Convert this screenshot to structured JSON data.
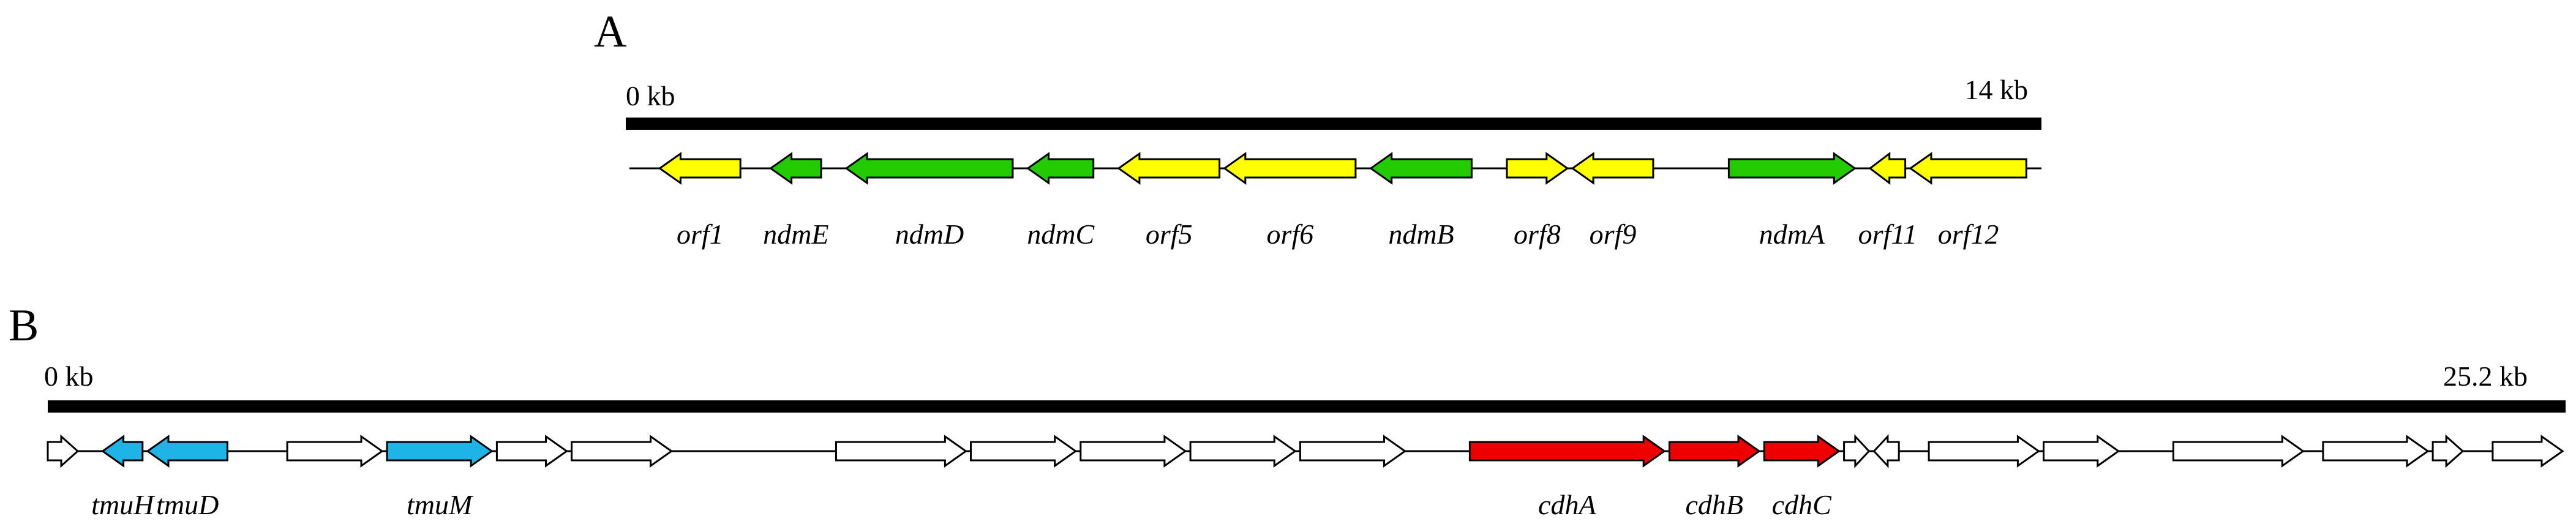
{
  "panels": [
    {
      "id": "A",
      "label": "A",
      "scale": {
        "start_label": "0 kb",
        "end_label": "14 kb",
        "length_kb": 14
      },
      "genes": [
        {
          "name": "orf1",
          "start": 0.3,
          "end": 1.1,
          "strand": "-",
          "category": "yellow"
        },
        {
          "name": "ndmE",
          "start": 1.4,
          "end": 1.9,
          "strand": "-",
          "category": "green"
        },
        {
          "name": "ndmD",
          "start": 2.15,
          "end": 3.8,
          "strand": "-",
          "category": "green"
        },
        {
          "name": "ndmC",
          "start": 3.95,
          "end": 4.6,
          "strand": "-",
          "category": "green"
        },
        {
          "name": "orf5",
          "start": 4.85,
          "end": 5.85,
          "strand": "-",
          "category": "yellow"
        },
        {
          "name": "orf6",
          "start": 5.9,
          "end": 7.2,
          "strand": "-",
          "category": "yellow"
        },
        {
          "name": "ndmB",
          "start": 7.35,
          "end": 8.35,
          "strand": "-",
          "category": "green"
        },
        {
          "name": "orf8",
          "start": 8.7,
          "end": 9.3,
          "strand": "+",
          "category": "yellow"
        },
        {
          "name": "orf9",
          "start": 9.35,
          "end": 10.15,
          "strand": "-",
          "category": "yellow"
        },
        {
          "name": "ndmA",
          "start": 10.9,
          "end": 12.15,
          "strand": "+",
          "category": "green"
        },
        {
          "name": "orf11",
          "start": 12.3,
          "end": 12.65,
          "strand": "-",
          "category": "yellow"
        },
        {
          "name": "orf12",
          "start": 12.7,
          "end": 13.85,
          "strand": "-",
          "category": "yellow"
        }
      ]
    },
    {
      "id": "B",
      "label": "B",
      "scale": {
        "start_label": "0 kb",
        "end_label": "25.2 kb",
        "length_kb": 25.2
      },
      "genes": [
        {
          "name": "",
          "start": 0.0,
          "end": 0.3,
          "strand": "+",
          "category": "white"
        },
        {
          "name": "tmuH",
          "start": 0.55,
          "end": 0.95,
          "strand": "-",
          "category": "blue"
        },
        {
          "name": "tmuD",
          "start": 1.0,
          "end": 1.8,
          "strand": "-",
          "category": "blue"
        },
        {
          "name": "",
          "start": 2.4,
          "end": 3.35,
          "strand": "+",
          "category": "white"
        },
        {
          "name": "tmuM",
          "start": 3.4,
          "end": 4.45,
          "strand": "+",
          "category": "blue"
        },
        {
          "name": "",
          "start": 4.5,
          "end": 5.2,
          "strand": "+",
          "category": "white"
        },
        {
          "name": "",
          "start": 5.25,
          "end": 6.25,
          "strand": "+",
          "category": "white"
        },
        {
          "name": "",
          "start": 7.9,
          "end": 9.2,
          "strand": "+",
          "category": "white"
        },
        {
          "name": "",
          "start": 9.25,
          "end": 10.3,
          "strand": "+",
          "category": "white"
        },
        {
          "name": "",
          "start": 10.35,
          "end": 11.4,
          "strand": "+",
          "category": "white"
        },
        {
          "name": "",
          "start": 11.45,
          "end": 12.5,
          "strand": "+",
          "category": "white"
        },
        {
          "name": "",
          "start": 12.55,
          "end": 13.6,
          "strand": "+",
          "category": "white"
        },
        {
          "name": "cdhA",
          "start": 14.25,
          "end": 16.2,
          "strand": "+",
          "category": "red"
        },
        {
          "name": "cdhB",
          "start": 16.25,
          "end": 17.15,
          "strand": "+",
          "category": "red"
        },
        {
          "name": "cdhC",
          "start": 17.2,
          "end": 17.95,
          "strand": "+",
          "category": "red"
        },
        {
          "name": "",
          "start": 18.0,
          "end": 18.25,
          "strand": "+",
          "category": "white"
        },
        {
          "name": "",
          "start": 18.3,
          "end": 18.55,
          "strand": "-",
          "category": "white"
        },
        {
          "name": "",
          "start": 18.85,
          "end": 19.95,
          "strand": "+",
          "category": "white"
        },
        {
          "name": "",
          "start": 20.0,
          "end": 20.75,
          "strand": "+",
          "category": "white"
        },
        {
          "name": "",
          "start": 21.3,
          "end": 22.6,
          "strand": "+",
          "category": "white"
        },
        {
          "name": "",
          "start": 22.8,
          "end": 23.85,
          "strand": "+",
          "category": "white"
        },
        {
          "name": "",
          "start": 23.9,
          "end": 24.2,
          "strand": "+",
          "category": "white"
        },
        {
          "name": "",
          "start": 24.5,
          "end": 25.2,
          "strand": "+",
          "category": "white"
        }
      ]
    }
  ],
  "colors": {
    "yellow": "#FFFF00",
    "green": "#22CC00",
    "blue": "#1EB4E8",
    "red": "#EE0000",
    "white": "#FFFFFF",
    "outline": "#000000"
  }
}
